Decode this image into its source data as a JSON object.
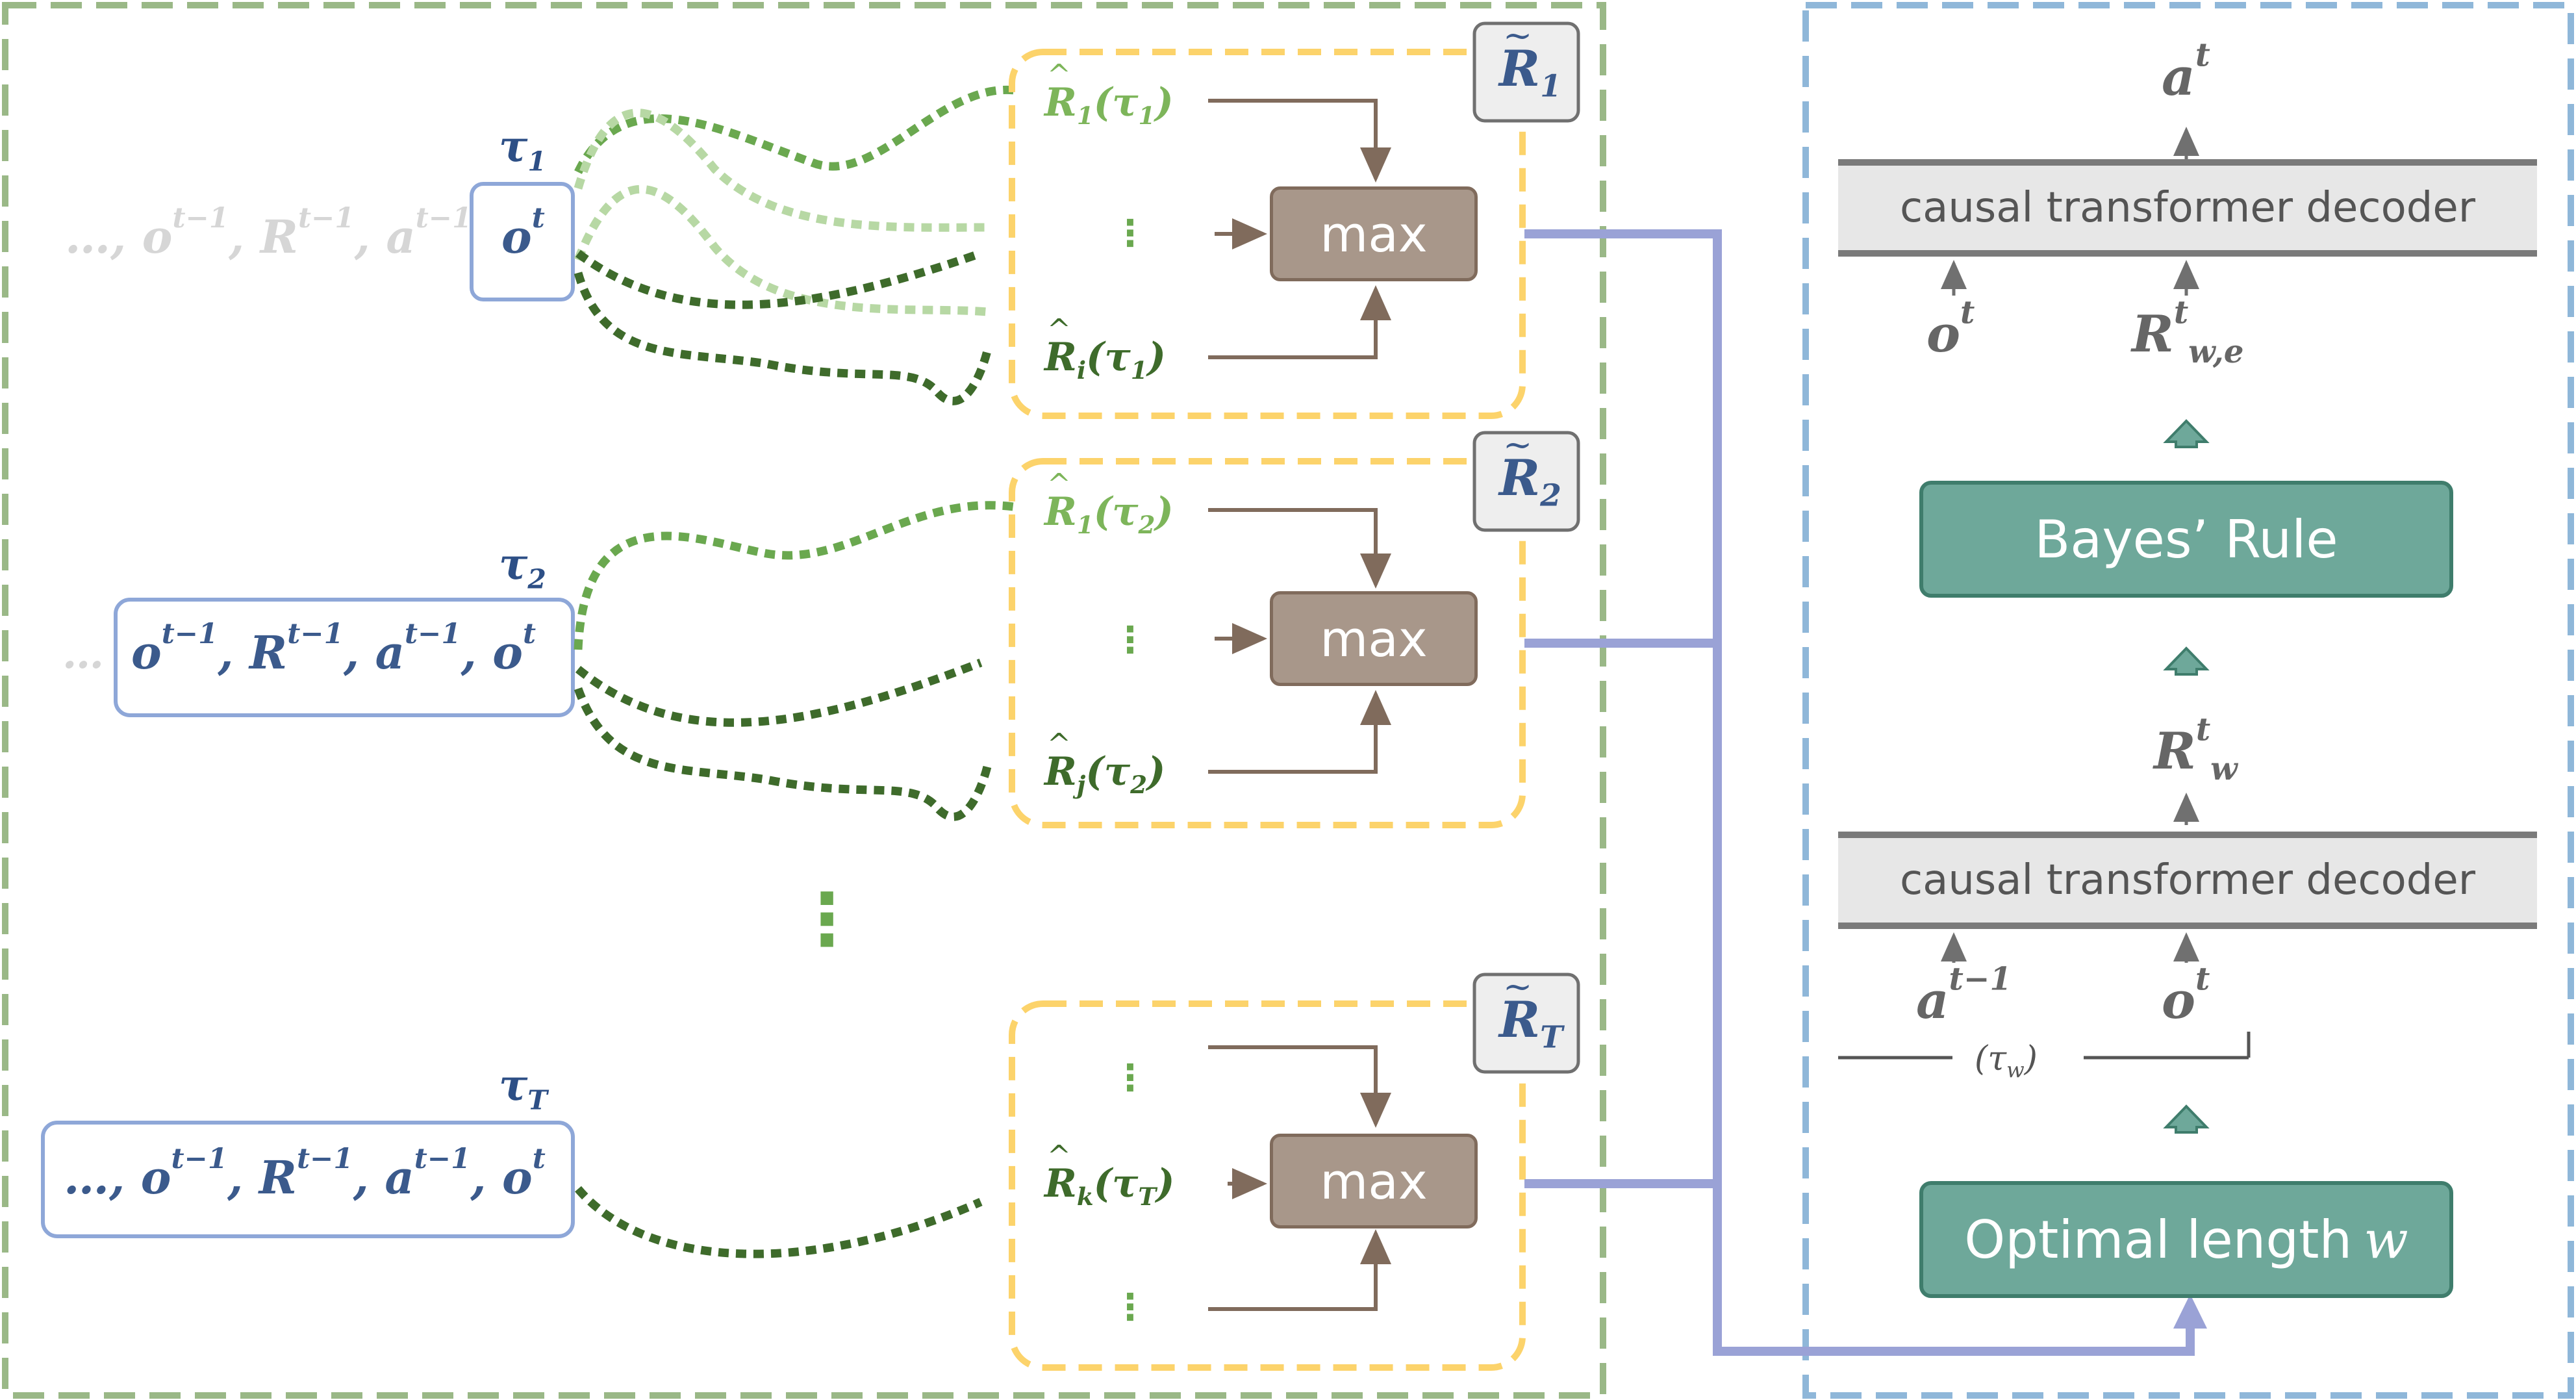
{
  "left_panel": {
    "sequences": [
      {
        "tau": "τ",
        "tau_sub": "1",
        "faded_prefix": "…, ",
        "o_prev": "o",
        "o_prev_sup": "t−1",
        "r_prev": "R",
        "r_prev_sup": "t−1",
        "a_prev": "a",
        "a_prev_sup": "t−1",
        "o_cur": "o",
        "o_cur_sup": "t"
      },
      {
        "tau": "τ",
        "tau_sub": "2",
        "faded_prefix": "… ",
        "o_prev": "o",
        "o_prev_sup": "t−1",
        "r_prev": "R",
        "r_prev_sup": "t−1",
        "a_prev": "a",
        "a_prev_sup": "t−1",
        "o_cur": "o",
        "o_cur_sup": "t"
      },
      {
        "tau": "τ",
        "tau_sub": "T",
        "prefix": "…, ",
        "o_prev": "o",
        "o_prev_sup": "t−1",
        "r_prev": "R",
        "r_prev_sup": "t−1",
        "a_prev": "a",
        "a_prev_sup": "t−1",
        "o_cur": "o",
        "o_cur_sup": "t"
      }
    ],
    "groups": [
      {
        "label": "R",
        "label_sub": "1",
        "top_r": "R",
        "top_r_sub": "1",
        "top_arg": "(τ",
        "top_arg_sub": "1",
        "bot_r": "R",
        "bot_r_sub": "i",
        "bot_arg": "(τ",
        "bot_arg_sub": "1",
        "close": ")",
        "vdots": "⋮",
        "max_label": "max"
      },
      {
        "label": "R",
        "label_sub": "2",
        "top_r": "R",
        "top_r_sub": "1",
        "top_arg": "(τ",
        "top_arg_sub": "2",
        "bot_r": "R",
        "bot_r_sub": "j",
        "bot_arg": "(τ",
        "bot_arg_sub": "2",
        "close": ")",
        "vdots": "⋮",
        "max_label": "max"
      },
      {
        "label": "R",
        "label_sub": "T",
        "mid_r": "R",
        "mid_r_sub": "k",
        "mid_arg": "(τ",
        "mid_arg_sub": "T",
        "close": ")",
        "vdots": "⋮",
        "max_label": "max"
      }
    ],
    "middle_vdots": "⋮"
  },
  "right_panel": {
    "top_output": {
      "sym": "a",
      "sup": "t"
    },
    "decoder_top": "causal transformer decoder",
    "decoder_top_inputs": [
      {
        "sym": "o",
        "sup": "t",
        "sub": ""
      },
      {
        "sym": "R",
        "sup": "t",
        "sub": "w,e"
      }
    ],
    "bayes_label": "Bayes’ Rule",
    "rw_label": {
      "sym": "R",
      "sup": "t",
      "sub": "w"
    },
    "decoder_bottom": "causal transformer decoder",
    "decoder_bottom_inputs": [
      {
        "sym": "a",
        "sup": "t−1"
      },
      {
        "sym": "o",
        "sup": "t"
      }
    ],
    "tau_w": {
      "open": "(τ",
      "sub": "w",
      "close": ")"
    },
    "optimal_label": "Optimal length",
    "optimal_var": "w"
  },
  "colors": {
    "left_border": "#9ab887",
    "right_border": "#8fb7d9",
    "seq_box": "#8ea7d8",
    "group_border": "#fcd36b",
    "max_fill": "#a8978a",
    "teal_fill": "#6ea89a",
    "connector": "#9aa2d6"
  }
}
